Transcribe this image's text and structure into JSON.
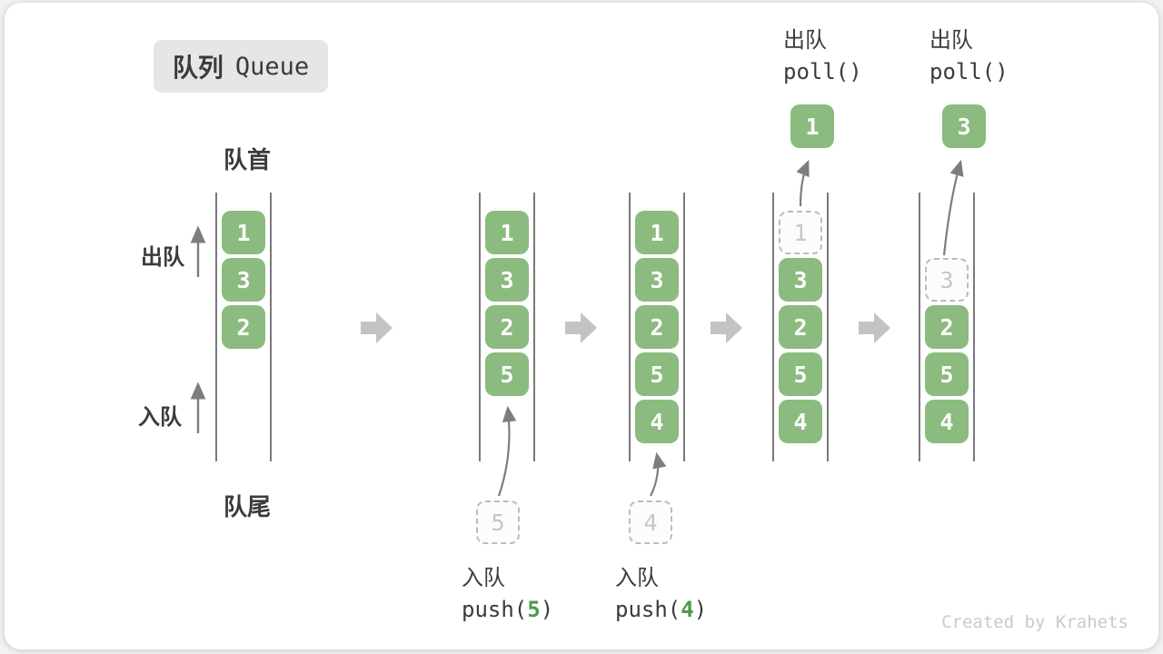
{
  "title": {
    "zh": "队列",
    "en": "Queue"
  },
  "labels": {
    "front": "队首",
    "rear": "队尾",
    "dequeue_side": "出队",
    "enqueue_side": "入队"
  },
  "watermark": "Created by Krahets",
  "colors": {
    "item_green": "#8bbb7e",
    "code_arg_green": "#4c9b4c",
    "block_arrow_gray": "#c3c3c3",
    "thin_arrow_gray": "#7d7d7d",
    "wall_line": "#4f4f4f",
    "text_dark": "#3b3b3b",
    "ghost_border": "#bcbcbc",
    "ghost_text": "#c6c6c6",
    "badge_bg": "#e6e6e6"
  },
  "queue_states": [
    {
      "items": [
        {
          "value": "1",
          "row": 0,
          "ghost": false
        },
        {
          "value": "3",
          "row": 1,
          "ghost": false
        },
        {
          "value": "2",
          "row": 2,
          "ghost": false
        }
      ]
    },
    {
      "items": [
        {
          "value": "1",
          "row": 0,
          "ghost": false
        },
        {
          "value": "3",
          "row": 1,
          "ghost": false
        },
        {
          "value": "2",
          "row": 2,
          "ghost": false
        },
        {
          "value": "5",
          "row": 3,
          "ghost": false
        }
      ],
      "incoming_value": "5",
      "op": {
        "zh": "入队",
        "code_before": "push(",
        "code_arg": "5",
        "code_after": ")"
      }
    },
    {
      "items": [
        {
          "value": "1",
          "row": 0,
          "ghost": false
        },
        {
          "value": "3",
          "row": 1,
          "ghost": false
        },
        {
          "value": "2",
          "row": 2,
          "ghost": false
        },
        {
          "value": "5",
          "row": 3,
          "ghost": false
        },
        {
          "value": "4",
          "row": 4,
          "ghost": false
        }
      ],
      "incoming_value": "4",
      "op": {
        "zh": "入队",
        "code_before": "push(",
        "code_arg": "4",
        "code_after": ")"
      }
    },
    {
      "items": [
        {
          "value": "1",
          "row": 0,
          "ghost": true
        },
        {
          "value": "3",
          "row": 1,
          "ghost": false
        },
        {
          "value": "2",
          "row": 2,
          "ghost": false
        },
        {
          "value": "5",
          "row": 3,
          "ghost": false
        },
        {
          "value": "4",
          "row": 4,
          "ghost": false
        }
      ],
      "polled_value": "1",
      "op": {
        "zh": "出队",
        "code_before": "poll()",
        "code_arg": "",
        "code_after": ""
      }
    },
    {
      "items": [
        {
          "value": "3",
          "row": 1,
          "ghost": true
        },
        {
          "value": "2",
          "row": 2,
          "ghost": false
        },
        {
          "value": "5",
          "row": 3,
          "ghost": false
        },
        {
          "value": "4",
          "row": 4,
          "ghost": false
        }
      ],
      "polled_value": "3",
      "op": {
        "zh": "出队",
        "code_before": "poll()",
        "code_arg": "",
        "code_after": ""
      }
    }
  ]
}
